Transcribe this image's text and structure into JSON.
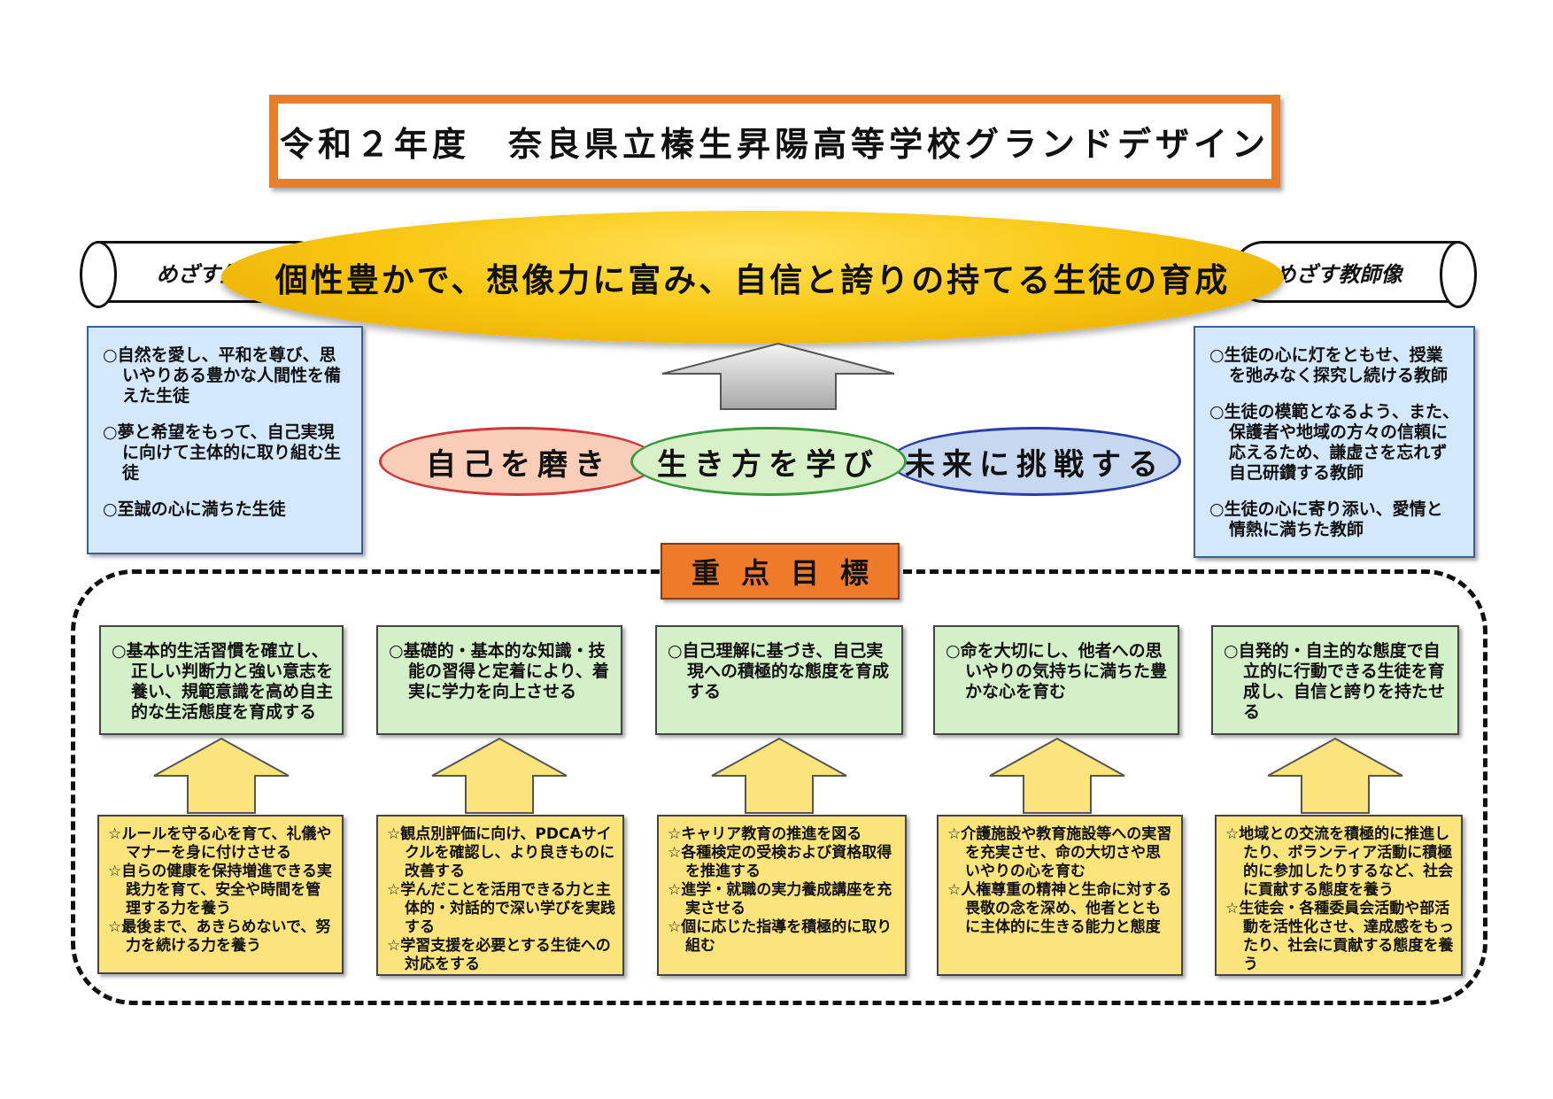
{
  "title": "令和２年度　奈良県立榛生昇陽高等学校グランドデザイン",
  "vision": "個性豊かで、想像力に富み、自信と誇りの持てる生徒の育成",
  "labels": {
    "student_ideal": "めざす生徒像",
    "teacher_ideal": "めざす教師像",
    "priority_goals": "重点目標"
  },
  "student_ideal_items": [
    "○自然を愛し、平和を尊び、思いやりある豊かな人間性を備えた生徒",
    "○夢と希望をもって、自己実現に向けて主体的に取り組む生徒",
    "○至誠の心に満ちた生徒"
  ],
  "teacher_ideal_items": [
    "○生徒の心に灯をともせ、授業を弛みなく探究し続ける教師",
    "○生徒の模範となるよう、また、保護者や地域の方々の信頼に応えるため、謙虚さを忘れず自己研鑽する教師",
    "○生徒の心に寄り添い、愛情と情熱に満ちた教師"
  ],
  "pillars": [
    "自己を磨き",
    "生き方を学び",
    "未来に挑戦する"
  ],
  "goals": [
    "○基本的生活習慣を確立し、正しい判断力と強い意志を養い、規範意識を高め自主的な生活態度を育成する",
    "○基礎的・基本的な知識・技能の習得と定着により、着実に学力を向上させる",
    "○自己理解に基づき、自己実現への積極的な態度を育成する",
    "○命を大切にし、他者への思いやりの気持ちに満ちた豊かな心を育む",
    "○自発的・自主的な態度で自立的に行動できる生徒を育成し、自信と誇りを持たせる"
  ],
  "actions": [
    [
      "☆ルールを守る心を育て、礼儀やマナーを身に付けさせる",
      "☆自らの健康を保持増進できる実践力を育て、安全や時間を管理する力を養う",
      "☆最後まで、あきらめないで、努力を続ける力を養う"
    ],
    [
      "☆観点別評価に向け、PDCAサイクルを確認し、より良きものに改善する",
      "☆学んだことを活用できる力と主体的・対話的で深い学びを実践する",
      "☆学習支援を必要とする生徒への対応をする"
    ],
    [
      "☆キャリア教育の推進を図る",
      "☆各種検定の受検および資格取得を推進する",
      "☆進学・就職の実力養成講座を充実させる",
      "☆個に応じた指導を積極的に取り組む"
    ],
    [
      "☆介護施設や教育施設等への実習を充実させ、命の大切さや思いやりの心を育む",
      "☆人権尊重の精神と生命に対する畏敬の念を深め、他者とともに主体的に生きる能力と態度"
    ],
    [
      "☆地域との交流を積極的に推進したり、ボランティア活動に積極的に参加したりするなど、社会に貢献する態度を養う",
      "☆生徒会・各種委員会活動や部活動を活性化させ、達成感をもったり、社会に貢献する態度を養う"
    ]
  ]
}
